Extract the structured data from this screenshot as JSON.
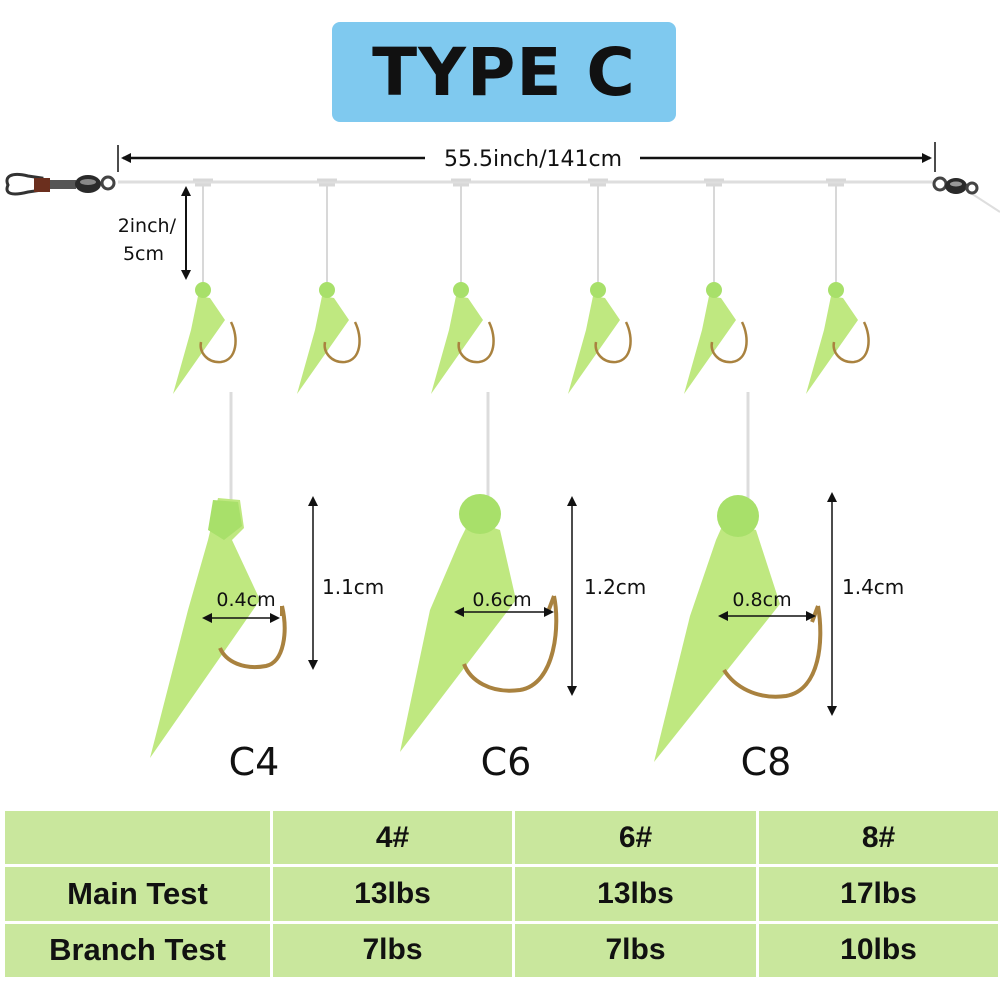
{
  "title": "TYPE C",
  "diagram": {
    "total_length_label": "55.5inch/141cm",
    "branch_length_label_line1": "2inch/",
    "branch_length_label_line2": "5cm",
    "hook_count": 6,
    "colors": {
      "lure": "#bfe880",
      "bead": "#a8e06a",
      "hook": "#a9823f",
      "line": "#e3e3e3",
      "arrow": "#111111"
    },
    "sizes": [
      {
        "name": "C4",
        "width_label": "0.4cm",
        "height_label": "1.1cm"
      },
      {
        "name": "C6",
        "width_label": "0.6cm",
        "height_label": "1.2cm"
      },
      {
        "name": "C8",
        "width_label": "0.8cm",
        "height_label": "1.4cm"
      }
    ]
  },
  "table": {
    "header": [
      "",
      "4#",
      "6#",
      "8#"
    ],
    "rows": [
      {
        "label": "Main Test",
        "values": [
          "13lbs",
          "13lbs",
          "17lbs"
        ]
      },
      {
        "label": "Branch Test",
        "values": [
          "7lbs",
          "7lbs",
          "10lbs"
        ]
      }
    ]
  }
}
